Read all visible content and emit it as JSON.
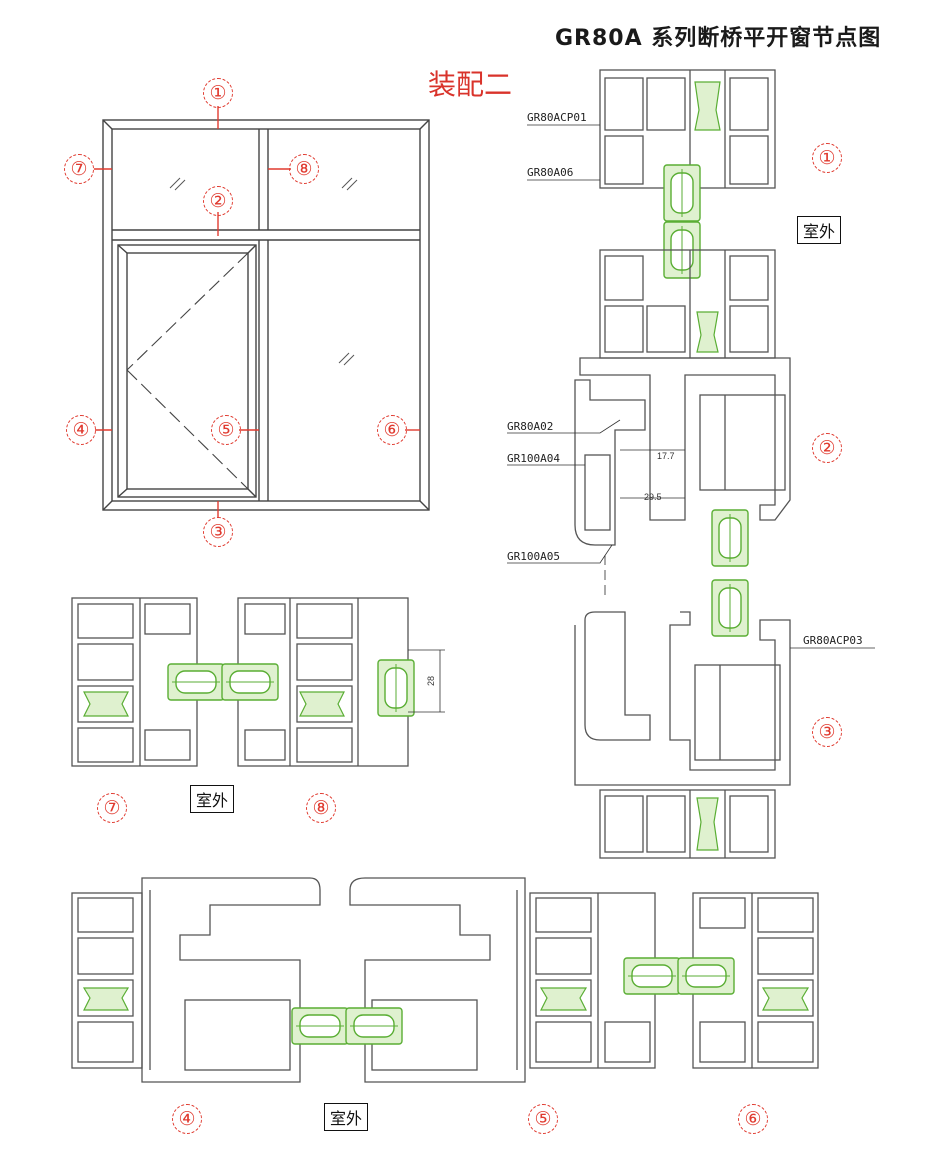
{
  "title": "GR80A 系列断桥平开窗节点图",
  "subtitle": "装配二",
  "node_labels": [
    "①",
    "②",
    "③",
    "④",
    "⑤",
    "⑥",
    "⑦",
    "⑧"
  ],
  "outdoor_label": "室外",
  "parts": {
    "p1": "GR80ACP01",
    "p2": "GR80A06",
    "p3": "GR80A02",
    "p4": "GR100A04",
    "p5": "GR100A05",
    "p6": "GR80ACP03"
  },
  "dimensions": {
    "d1": "17.7",
    "d2": "29.5",
    "d3": "28"
  },
  "colors": {
    "line": "#5a5a5a",
    "glass_bead": "#6dbe45",
    "accent_red": "#e03a2f"
  }
}
